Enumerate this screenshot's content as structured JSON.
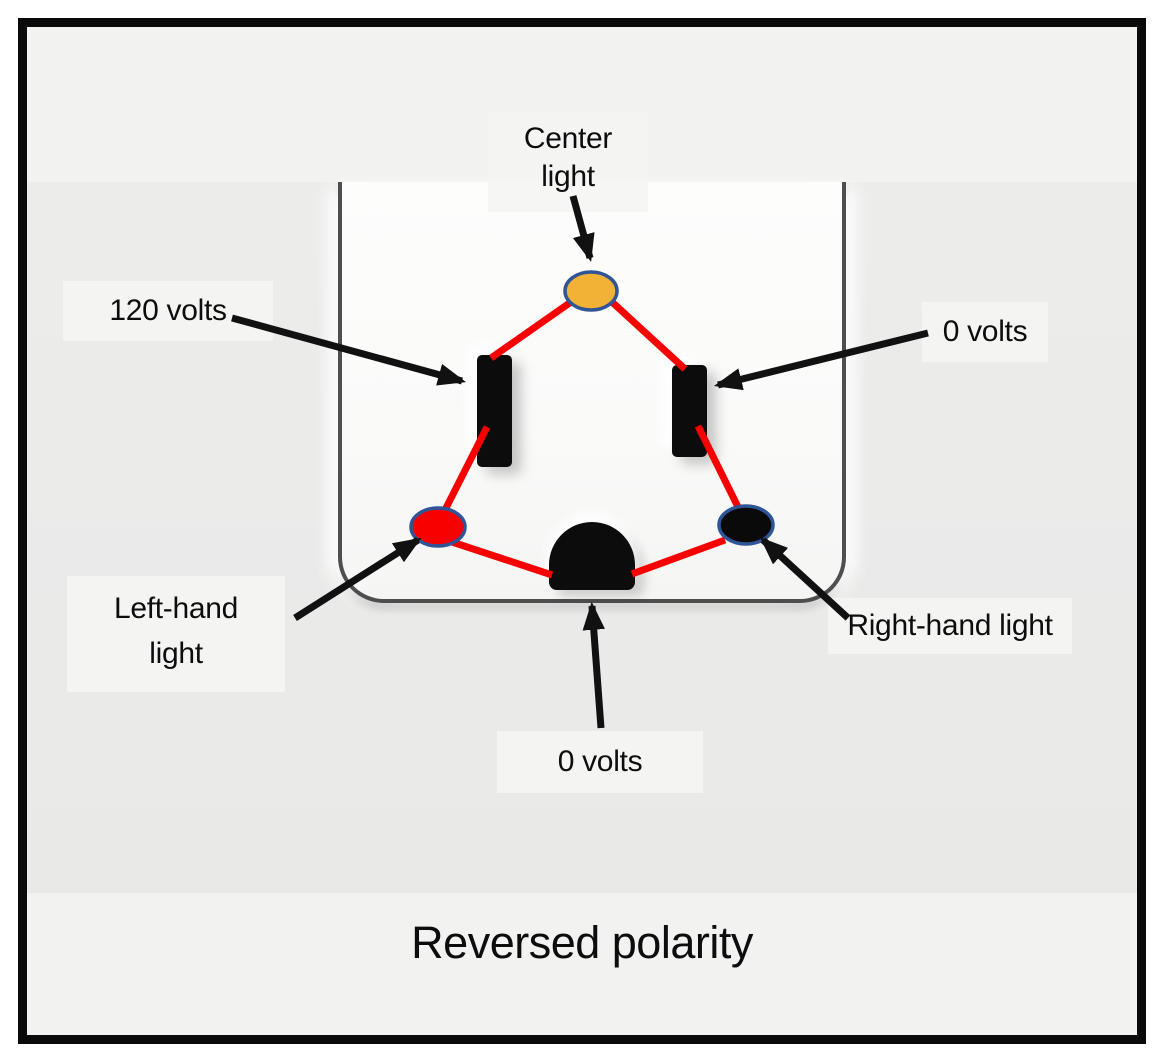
{
  "caption": "Reversed polarity",
  "labels": {
    "center_light": {
      "line1": "Center",
      "line2": "light"
    },
    "left_slot_voltage": "120 volts",
    "right_slot_voltage": "0 volts",
    "ground_voltage": "0 volts",
    "left_light": {
      "line1": "Left-hand",
      "line2": "light"
    },
    "right_light": "Right-hand light"
  },
  "colors": {
    "connector": "#f80000",
    "dot_outline": "#2f5597",
    "center_dot": "#f2b236",
    "left_dot": "#f80000",
    "right_dot": "#0a0a0a",
    "arrow": "#111111",
    "frame_border": "#0a0a0a"
  }
}
